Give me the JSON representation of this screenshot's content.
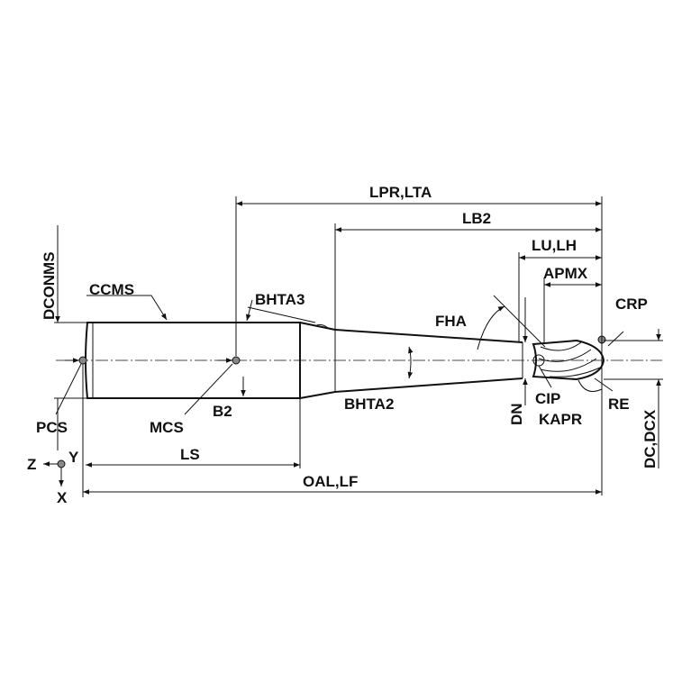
{
  "labels": {
    "lpr_lta": "LPR,LTA",
    "lb2": "LB2",
    "lu_lh": "LU,LH",
    "apmx": "APMX",
    "crp": "CRP",
    "dconms": "DCONMS",
    "ccms": "CCMS",
    "bhta3": "BHTA3",
    "fha": "FHA",
    "bhta2": "BHTA2",
    "dn": "DN",
    "cip": "CIP",
    "re": "RE",
    "kapr": "KAPR",
    "dc_dcx": "DC,DCX",
    "pcs": "PCS",
    "mcs": "MCS",
    "b2": "B2",
    "ls": "LS",
    "oal_lf": "OAL,LF",
    "axis_z": "Z",
    "axis_y": "Y",
    "axis_x": "X"
  }
}
